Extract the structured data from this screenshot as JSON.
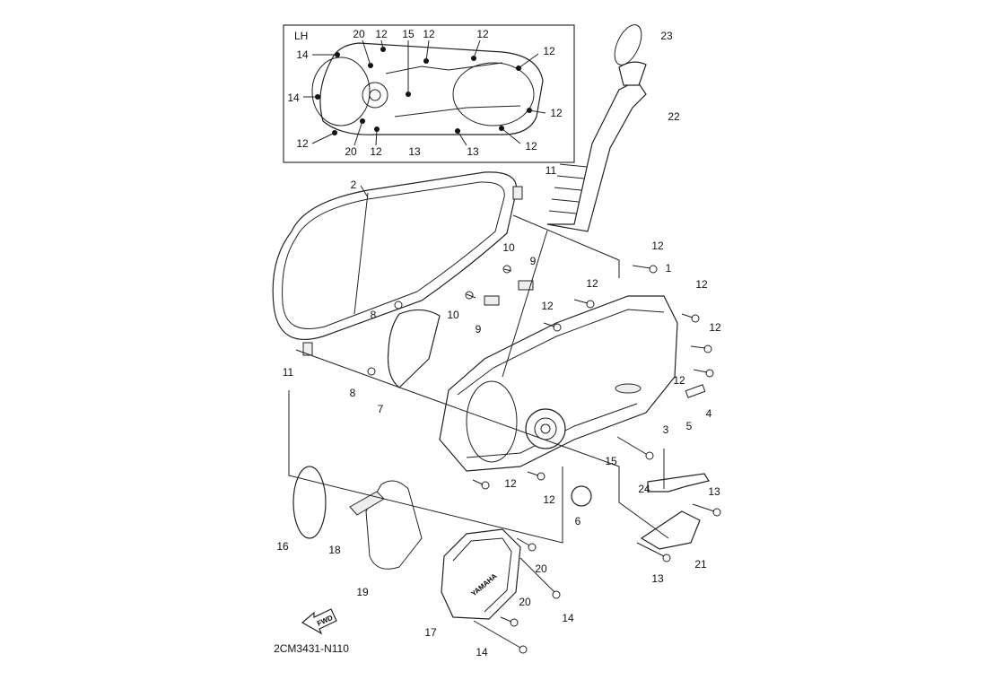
{
  "diagram": {
    "title_code": "2CM3431-N110",
    "inset_label": "LH",
    "fwd_label": "FWD",
    "brand_mark": "YAMAHA",
    "inset_callouts": [
      "20",
      "12",
      "15",
      "12",
      "12",
      "12",
      "14",
      "14",
      "12",
      "12",
      "20",
      "12",
      "13",
      "13",
      "12"
    ],
    "callouts": [
      "23",
      "22",
      "11",
      "2",
      "10",
      "9",
      "12",
      "1",
      "12",
      "12",
      "10",
      "9",
      "12",
      "8",
      "12",
      "11",
      "8",
      "7",
      "12",
      "4",
      "3",
      "5",
      "15",
      "12",
      "12",
      "24",
      "13",
      "6",
      "16",
      "18",
      "21",
      "20",
      "13",
      "19",
      "14",
      "20",
      "17",
      "14"
    ]
  }
}
